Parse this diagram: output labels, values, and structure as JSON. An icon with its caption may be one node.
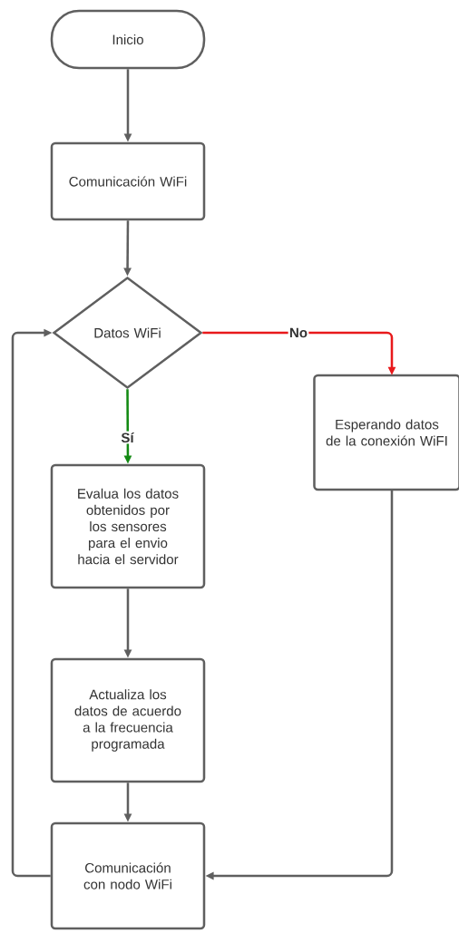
{
  "diagram": {
    "nodes": [
      {
        "text": [
          "Inicio"
        ]
      },
      {
        "text": [
          "Comunicación WiFi"
        ]
      },
      {
        "text": [
          "Datos WiFi"
        ]
      },
      {
        "text": [
          "Esperando datos de la conexión WiFI"
        ]
      },
      {
        "text": [
          "Evalua los datos obtenidos por los sensores para el envio hacia el servidor"
        ]
      },
      {
        "text": [
          "Actualiza los datos de acuerdo a la frecuencia programada"
        ]
      },
      {
        "text": [
          "Comunicación con nodo WiFi"
        ]
      }
    ],
    "edges": [
      {
        "from": 0,
        "to": 1,
        "arrow": "to"
      },
      {
        "from": 1,
        "to": 2,
        "arrow": "to"
      },
      {
        "from": 2,
        "to": 4,
        "arrow": "to",
        "label": "Sí",
        "color": "#138a13"
      },
      {
        "from": 2,
        "to": 3,
        "arrow": "to",
        "label": "No",
        "color": "#e8191b"
      },
      {
        "from": 4,
        "to": 5,
        "arrow": "to"
      },
      {
        "from": 5,
        "to": 6,
        "arrow": "to"
      },
      {
        "from": 3,
        "to": 6,
        "arrow": "to"
      },
      {
        "from": 6,
        "to": 2,
        "arrow": "to"
      }
    ]
  }
}
